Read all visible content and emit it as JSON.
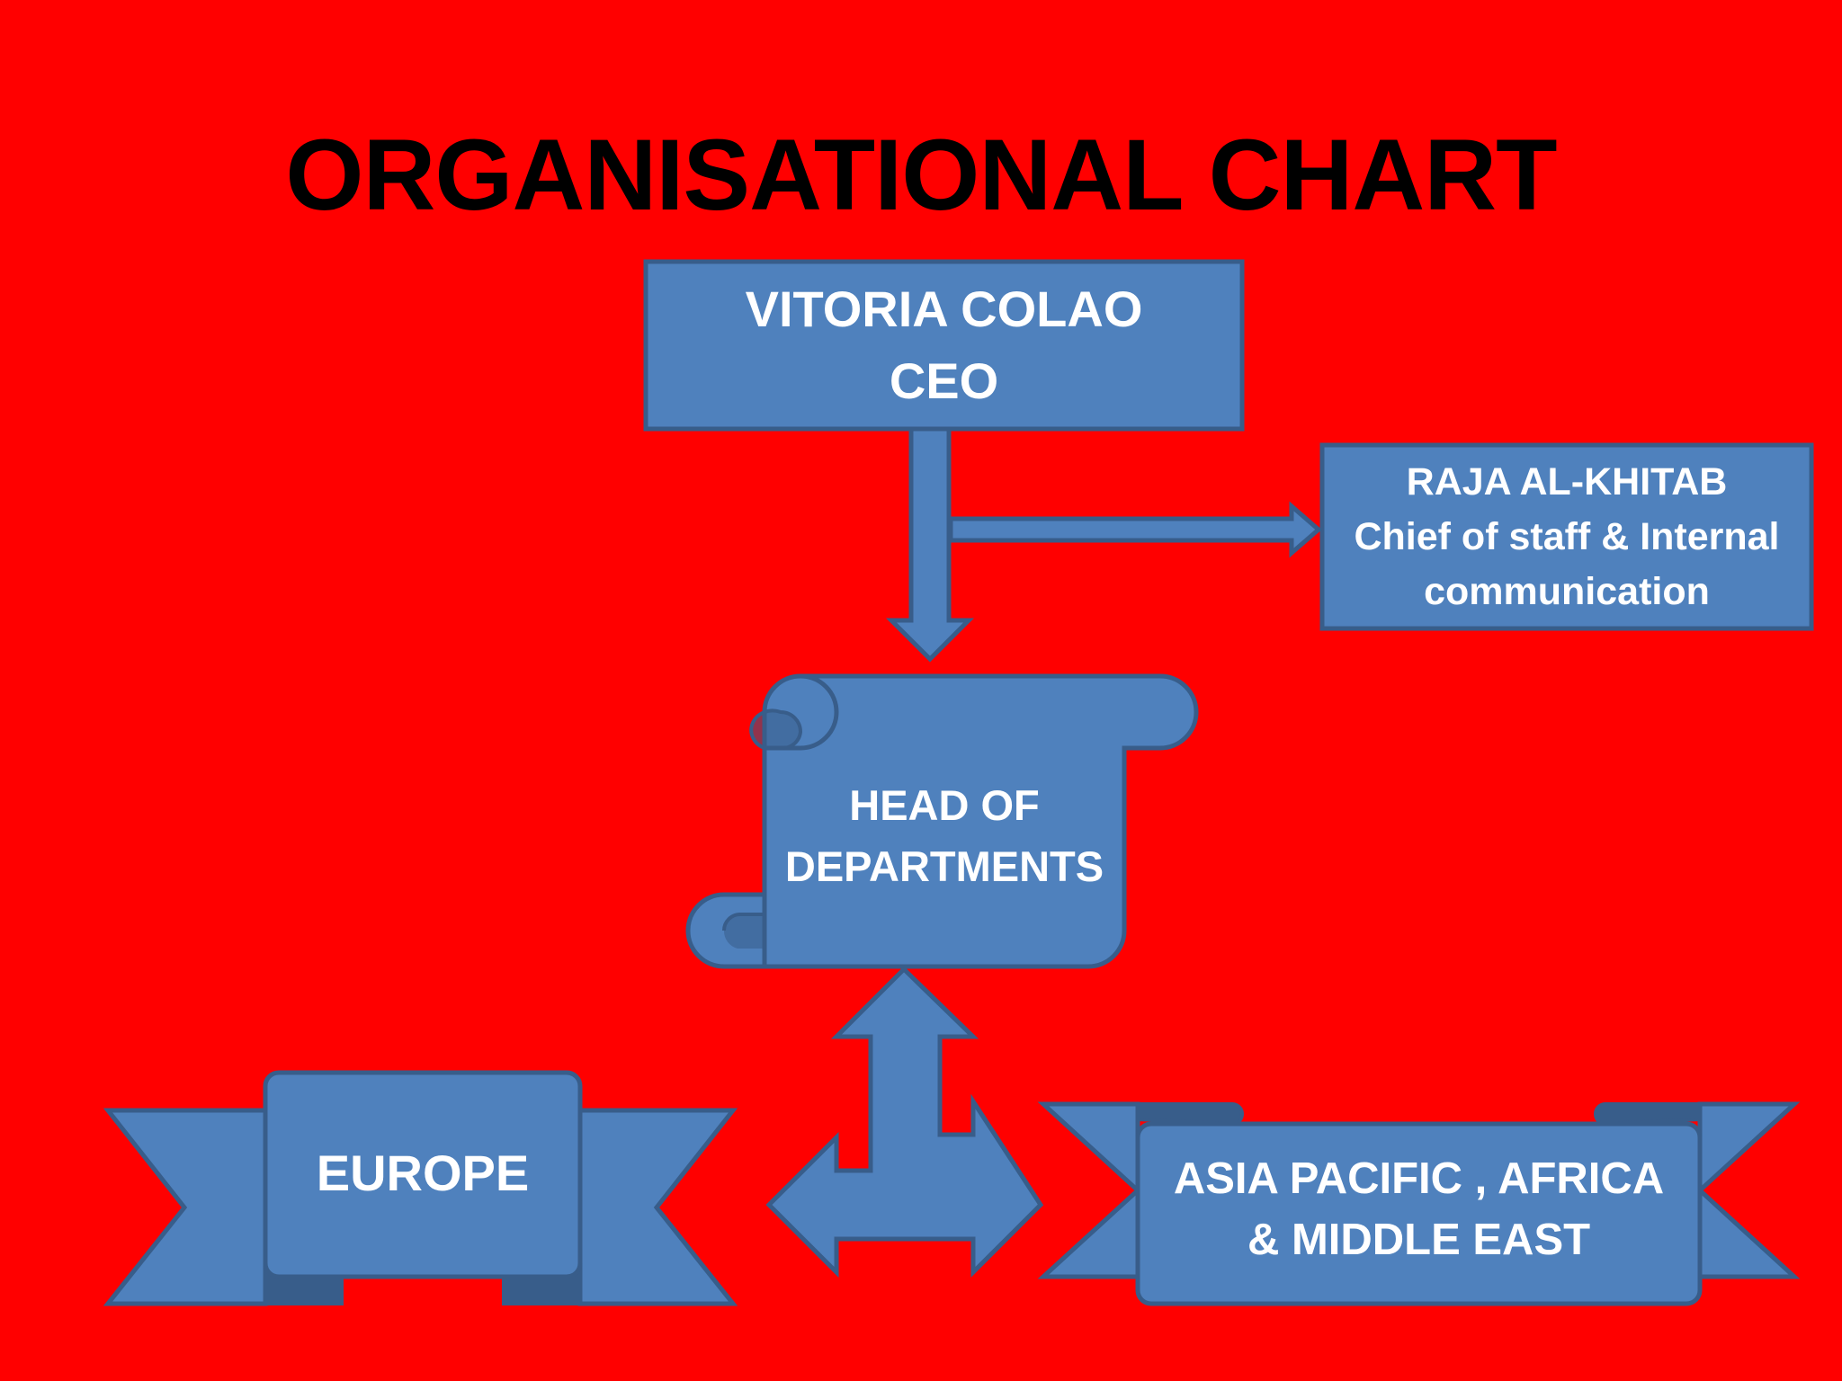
{
  "title": "ORGANISATIONAL CHART",
  "colors": {
    "background": "#ff0000",
    "box_fill": "#4f81bd",
    "box_stroke": "#385d8a",
    "box_text": "#ffffff",
    "title_text": "#000000"
  },
  "nodes": {
    "ceo": {
      "name": "VITORIA COLAO",
      "role": "CEO"
    },
    "chief_of_staff": {
      "name": "RAJA AL-KHITAB",
      "role_line1": "Chief of staff & Internal",
      "role_line2": "communication"
    },
    "head_of_departments": {
      "line1": "HEAD OF",
      "line2": "DEPARTMENTS"
    },
    "europe": {
      "label": "EUROPE"
    },
    "asia_pacific": {
      "line1": "ASIA PACIFIC , AFRICA",
      "line2": "& MIDDLE EAST"
    }
  },
  "connections": [
    {
      "from": "VITORIA COLAO",
      "to": "HEAD OF DEPARTMENTS"
    },
    {
      "from": "VITORIA COLAO",
      "to": "RAJA AL-KHITAB"
    },
    {
      "from": "HEAD OF DEPARTMENTS",
      "to": "EUROPE"
    },
    {
      "from": "HEAD OF DEPARTMENTS",
      "to": "ASIA PACIFIC , AFRICA & MIDDLE EAST"
    }
  ]
}
